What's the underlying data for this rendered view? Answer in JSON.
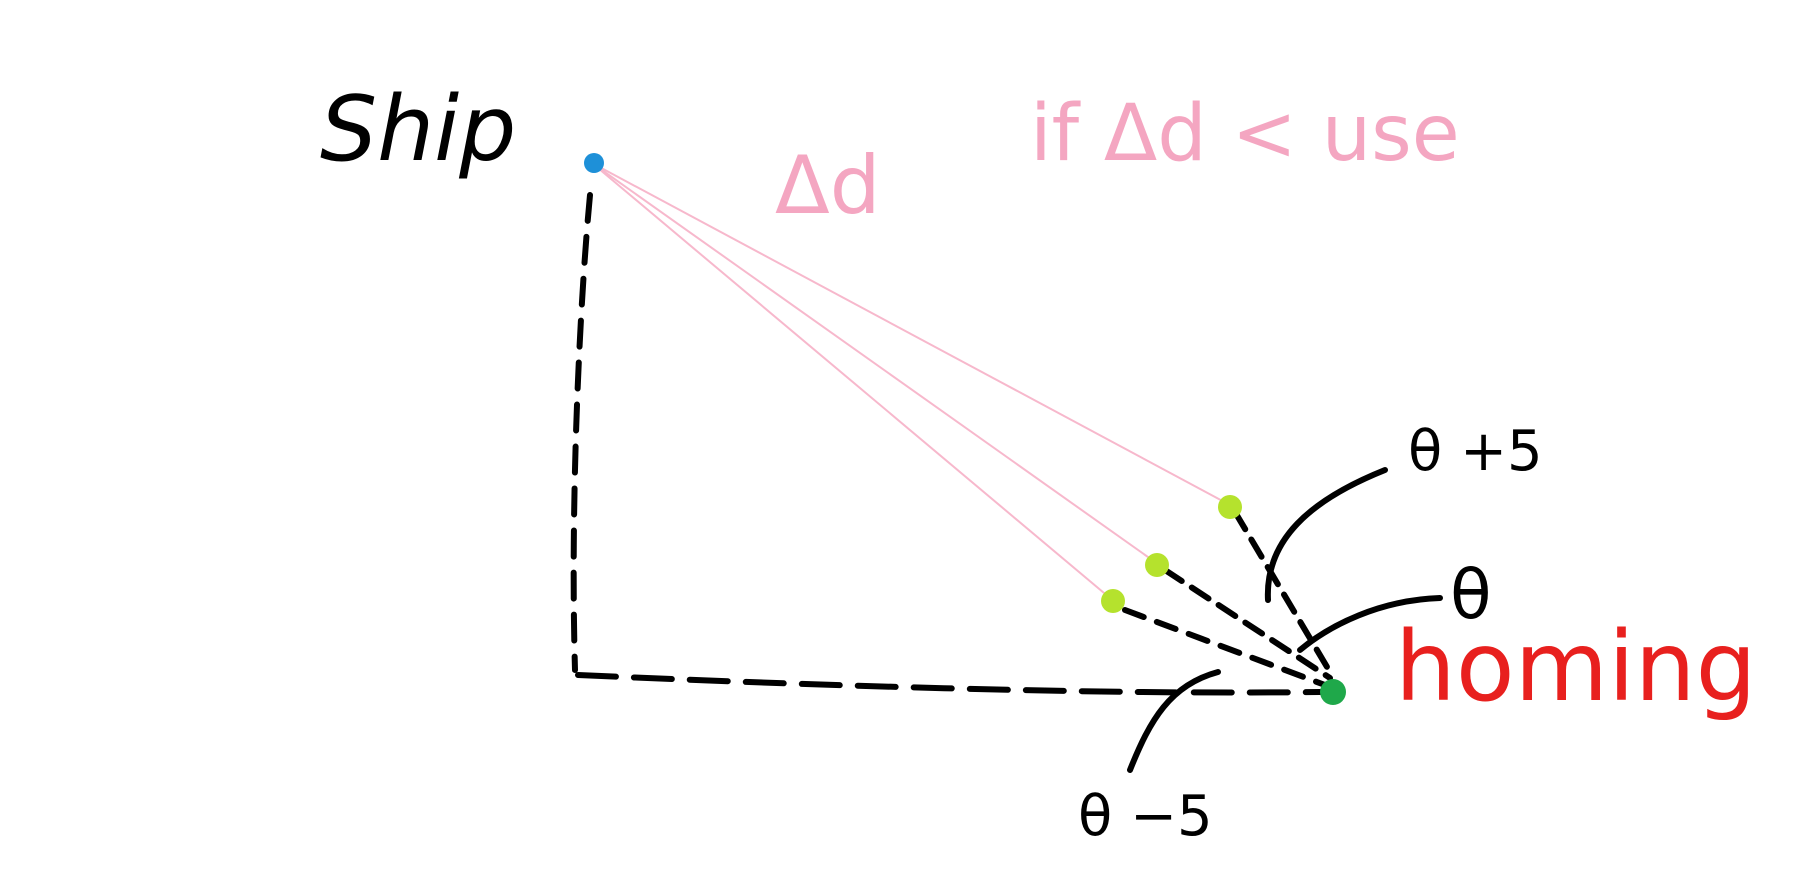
{
  "labels": {
    "ship": "Ship",
    "delta_d": "Δd",
    "condition": "if Δd < use",
    "theta_plus": "θ +5",
    "theta": "θ",
    "theta_minus": "θ −5",
    "homing": "homing"
  },
  "colors": {
    "ship_dot": "#1e90d8",
    "target_dot": "#1fa84a",
    "candidate_dot": "#b5e22d",
    "distance_line": "#f7b8cc",
    "annotation_pink": "#f4a6c1",
    "homing_red": "#e8201e",
    "ink": "#000000"
  }
}
